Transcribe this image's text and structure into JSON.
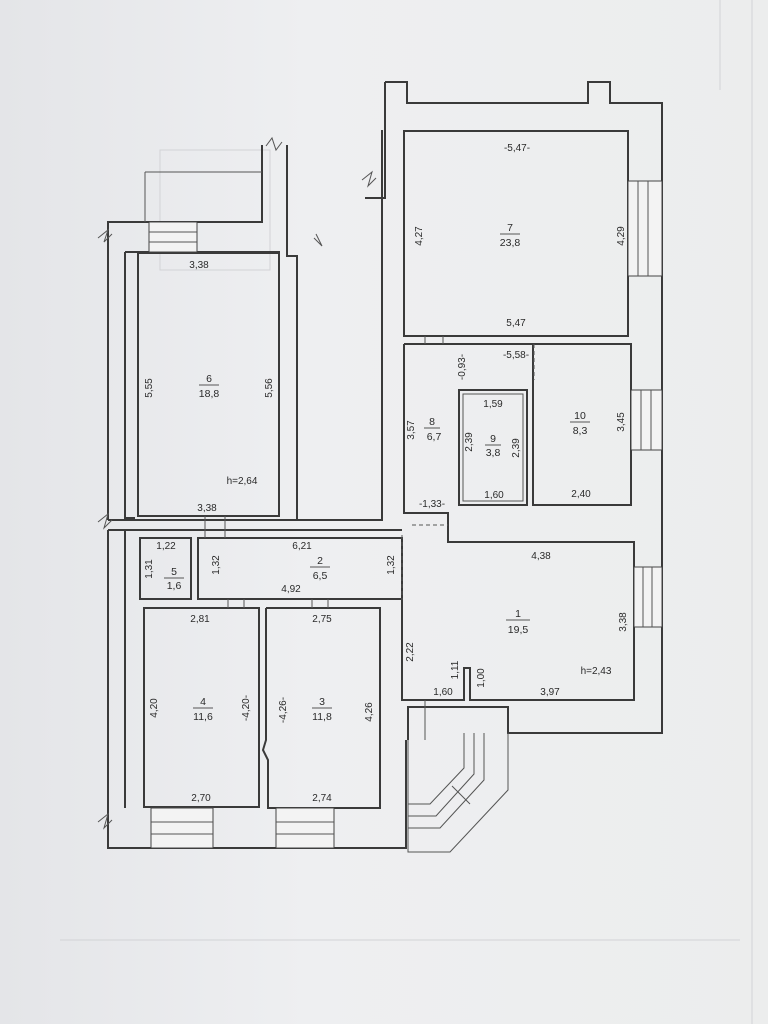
{
  "rooms": [
    {
      "id": "r1",
      "number": "1",
      "area": "19,5"
    },
    {
      "id": "r2",
      "number": "2",
      "area": "6,5"
    },
    {
      "id": "r3",
      "number": "3",
      "area": "11,8"
    },
    {
      "id": "r4",
      "number": "4",
      "area": "11,6"
    },
    {
      "id": "r5",
      "number": "5",
      "area": "1,6"
    },
    {
      "id": "r6",
      "number": "6",
      "area": "18,8"
    },
    {
      "id": "r7",
      "number": "7",
      "area": "23,8"
    },
    {
      "id": "r8",
      "number": "8",
      "area": "6,7"
    },
    {
      "id": "r9",
      "number": "9",
      "area": "3,8"
    },
    {
      "id": "r10",
      "number": "10",
      "area": "8,3"
    }
  ],
  "dimensions": [
    {
      "id": "d7top",
      "text": "-5,47-"
    },
    {
      "id": "d7bot",
      "text": "5,47"
    },
    {
      "id": "d7l",
      "text": "4,27"
    },
    {
      "id": "d7r",
      "text": "4,29"
    },
    {
      "id": "d6top",
      "text": "3,38"
    },
    {
      "id": "d6bot",
      "text": "3,38"
    },
    {
      "id": "d6l",
      "text": "5,55"
    },
    {
      "id": "d6r",
      "text": "5,56"
    },
    {
      "id": "d6h",
      "text": "h=2,64"
    },
    {
      "id": "d8a",
      "text": "-0,93-"
    },
    {
      "id": "d8b",
      "text": "-5,58-"
    },
    {
      "id": "d8l",
      "text": "3,57"
    },
    {
      "id": "d8c",
      "text": "-1,33-"
    },
    {
      "id": "d9t",
      "text": "1,59"
    },
    {
      "id": "d9b",
      "text": "1,60"
    },
    {
      "id": "d9l",
      "text": "2,39"
    },
    {
      "id": "d9r",
      "text": "2,39"
    },
    {
      "id": "d10r",
      "text": "3,45"
    },
    {
      "id": "d10b",
      "text": "2,40"
    },
    {
      "id": "d1t",
      "text": "4,38"
    },
    {
      "id": "d1r",
      "text": "3,38"
    },
    {
      "id": "d1l",
      "text": "2,22"
    },
    {
      "id": "d1a",
      "text": "1,11"
    },
    {
      "id": "d1b",
      "text": "1,00"
    },
    {
      "id": "d1c",
      "text": "1,60"
    },
    {
      "id": "d1d",
      "text": "3,97"
    },
    {
      "id": "d1h",
      "text": "h=2,43"
    },
    {
      "id": "d5t",
      "text": "1,22"
    },
    {
      "id": "d5l",
      "text": "1,31"
    },
    {
      "id": "d2t",
      "text": "6,21"
    },
    {
      "id": "d2l",
      "text": "1,32"
    },
    {
      "id": "d2r",
      "text": "1,32"
    },
    {
      "id": "d2b",
      "text": "4,92"
    },
    {
      "id": "d4t",
      "text": "2,81"
    },
    {
      "id": "d4b",
      "text": "2,70"
    },
    {
      "id": "d4l",
      "text": "4,20"
    },
    {
      "id": "d4r",
      "text": "-4,20-"
    },
    {
      "id": "d3t",
      "text": "2,75"
    },
    {
      "id": "d3b",
      "text": "2,74"
    },
    {
      "id": "d3l",
      "text": "-4,26-"
    },
    {
      "id": "d3r",
      "text": "4,26"
    }
  ]
}
